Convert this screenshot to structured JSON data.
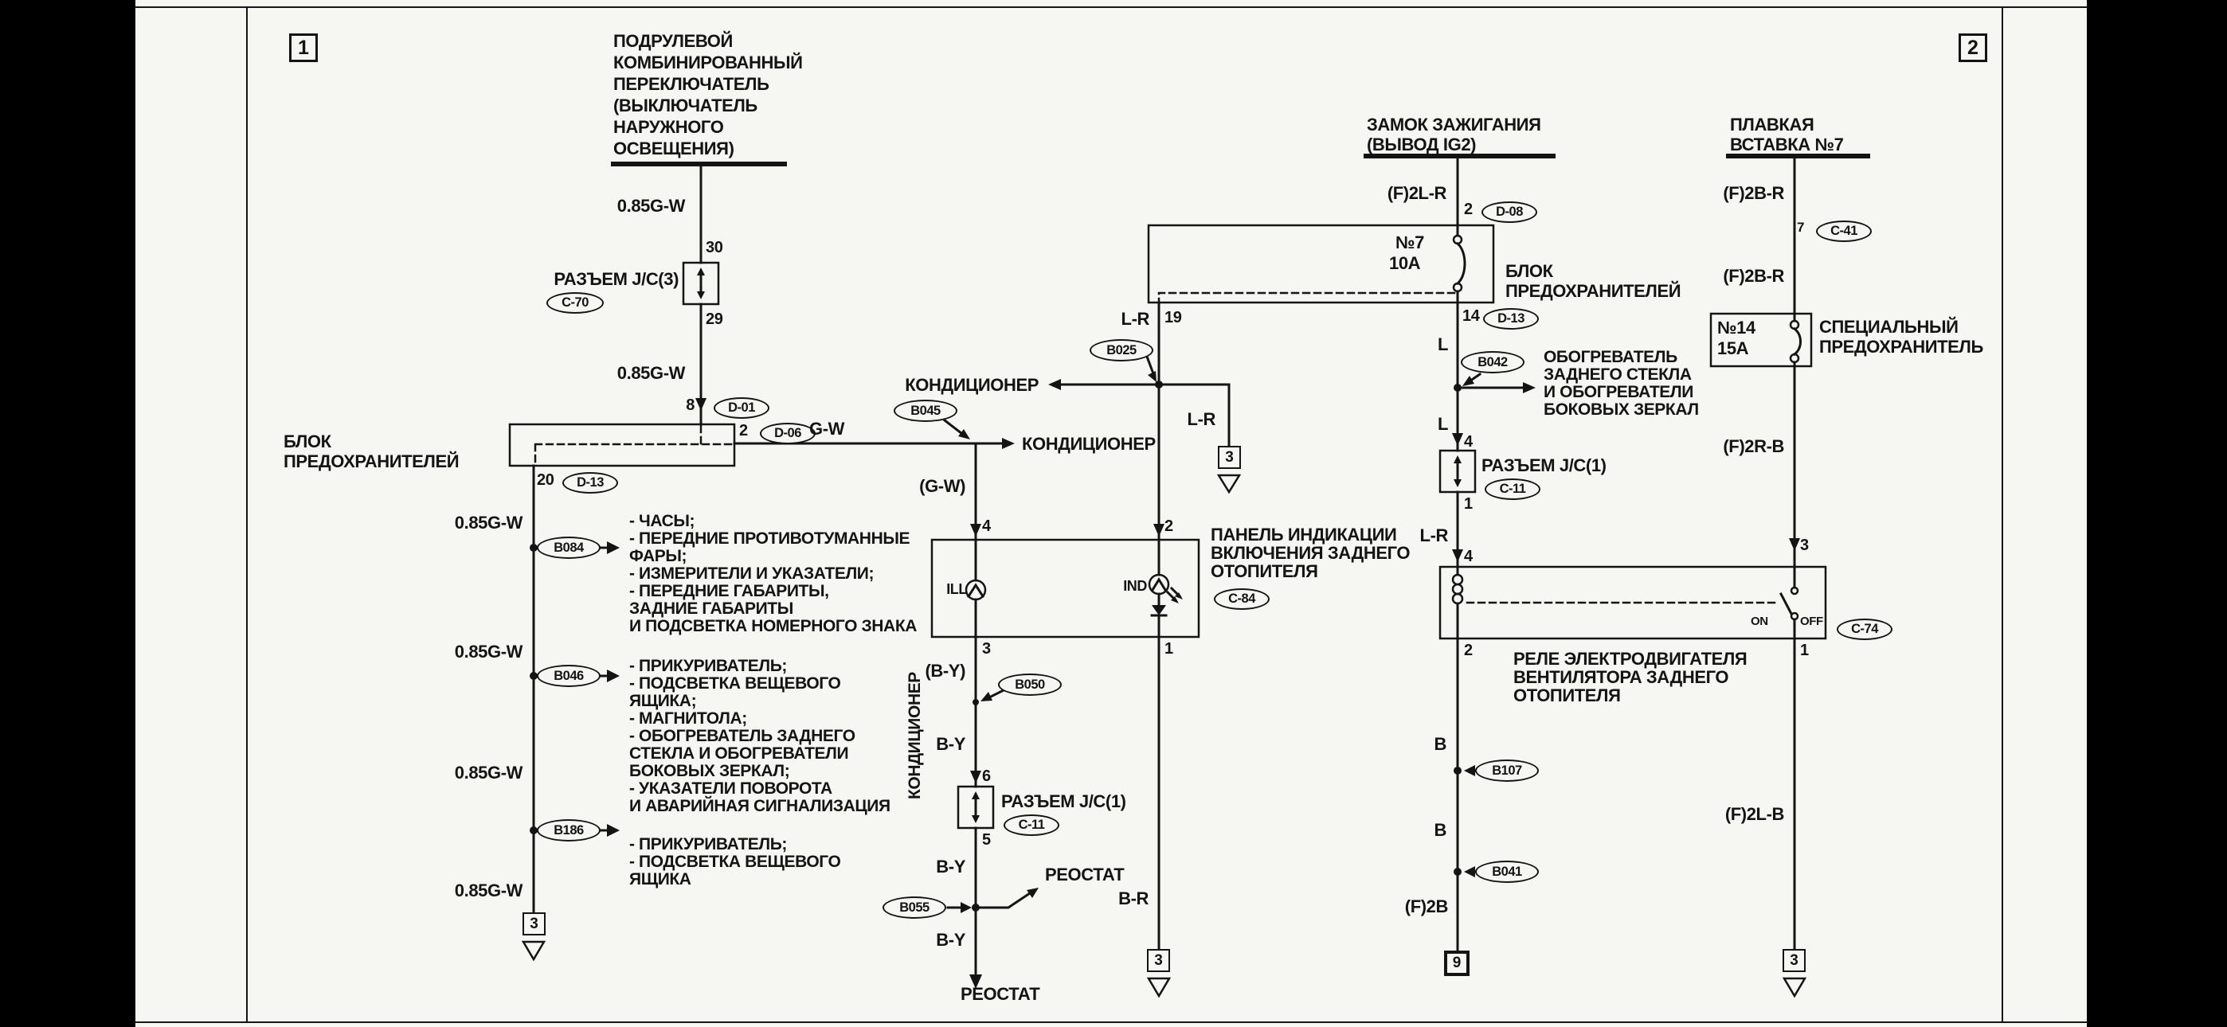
{
  "page": {
    "marker_left": "1",
    "marker_right": "2"
  },
  "shared": {
    "wire_085gw": "0.85G-W",
    "kondicioner": "КОНДИЦИОНЕР",
    "reostat": "РЕОСТАТ",
    "by": "B-Y",
    "lr": "L-R",
    "l": "L",
    "b": "B",
    "br": "B-R",
    "gw": "G-W",
    "jc1": "РАЗЪЕМ J/C(1)",
    "c11": "C-11",
    "d13": "D-13",
    "fuse_block": "БЛОК\nПРЕДОХРАНИТЕЛЕЙ",
    "offpage3": "3"
  },
  "switch_branch": {
    "title": "ПОДРУЛЕВОЙ\nКОМБИНИРОВАННЫЙ\nПЕРЕКЛЮЧАТЕЛЬ\n(ВЫКЛЮЧАТЕЛЬ\nНАРУЖНОГО\nОСВЕЩЕНИЯ)",
    "pin30": "30",
    "jc3": "РАЗЪЕМ J/C(3)",
    "c70": "C-70",
    "pin29": "29",
    "pin8": "8",
    "d01": "D-01",
    "pin2": "2",
    "d06": "D-06",
    "pin20": "20",
    "b084": "B084",
    "list1": "- ЧАСЫ;\n- ПЕРЕДНИЕ ПРОТИВОТУМАННЫЕ\nФАРЫ;\n- ИЗМЕРИТЕЛИ И УКАЗАТЕЛИ;\n- ПЕРЕДНИЕ ГАБАРИТЫ,\nЗАДНИЕ ГАБАРИТЫ\nИ ПОДСВЕТКА НОМЕРНОГО ЗНАКА",
    "b046": "B046",
    "list2": "- ПРИКУРИВАТЕЛЬ;\n- ПОДСВЕТКА ВЕЩЕВОГО\nЯЩИКА;\n- МАГНИТОЛА;\n- ОБОГРЕВАТЕЛЬ ЗАДНЕГО\nСТЕКЛА И ОБОГРЕВАТЕЛИ\nБОКОВЫХ ЗЕРКАЛ;\n- УКАЗАТЕЛИ ПОВОРОТА\nИ АВАРИЙНАЯ СИГНАЛИЗАЦИЯ",
    "b186": "B186",
    "list3": "- ПРИКУРИВАТЕЛЬ;\n- ПОДСВЕТКА ВЕЩЕВОГО\nЯЩИКА"
  },
  "panel_branch": {
    "b045": "B045",
    "gw_paren": "(G-W)",
    "pin4": "4",
    "ill": "ILL",
    "ind": "IND",
    "panel_label": "ПАНЕЛЬ ИНДИКАЦИИ\nВКЛЮЧЕНИЯ ЗАДНЕГО\nОТОПИТЕЛЯ",
    "c84": "C-84",
    "pin3": "3",
    "by_paren": "(B-Y)",
    "b050": "B050",
    "pin6": "6",
    "pin5": "5",
    "b055": "B055",
    "pin2": "2",
    "pin1": "1"
  },
  "ignition_branch": {
    "title": "ЗАМОК ЗАЖИГАНИЯ\n(ВЫВОД IG2)",
    "f2lr": "(F)2L-R",
    "pin2": "2",
    "d08": "D-08",
    "fuse_no": "№7",
    "fuse_amp": "10A",
    "pin14": "14",
    "pin19": "19",
    "b025": "B025",
    "b042": "B042",
    "heater_label": "ОБОГРЕВАТЕЛЬ\nЗАДНЕГО СТЕКЛА\nИ ОБОГРЕВАТЕЛИ\nБОКОВЫХ ЗЕРКАЛ",
    "pin4": "4",
    "pin1": "1",
    "relay_label": "РЕЛЕ ЭЛЕКТРОДВИГАТЕЛЯ\nВЕНТИЛЯТОРА ЗАДНЕГО\nОТОПИТЕЛЯ",
    "on": "ON",
    "off": "OFF",
    "c74": "C-74",
    "pin2_out": "2",
    "b107": "B107",
    "b041": "B041",
    "f2b": "(F)2B",
    "offpage9": "9"
  },
  "fusible_branch": {
    "title": "ПЛАВКАЯ\nВСТАВКА №7",
    "f2br": "(F)2B-R",
    "pin7": "7",
    "c41": "C-41",
    "fuse_no": "№14",
    "fuse_amp": "15A",
    "special_label": "СПЕЦИАЛЬНЫЙ\nПРЕДОХРАНИТЕЛЬ",
    "f2rb": "(F)2R-B",
    "pin3": "3",
    "pin1": "1",
    "f2lb": "(F)2L-B"
  }
}
